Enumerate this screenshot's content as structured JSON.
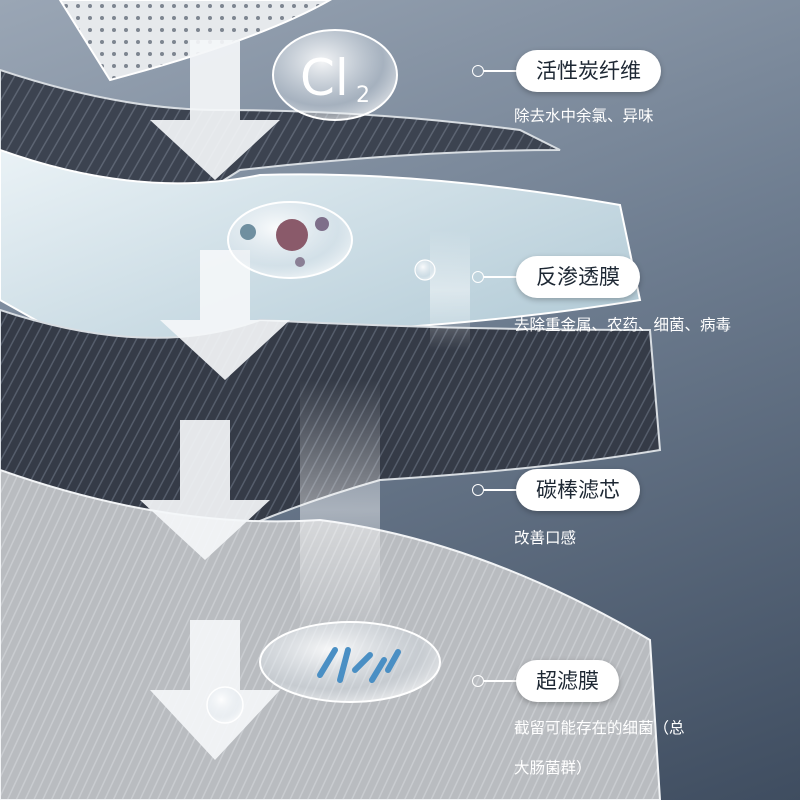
{
  "molecule_label": {
    "element": "Cl",
    "subscript": "2"
  },
  "layers": [
    {
      "title": "活性炭纤维",
      "description": [
        "除去水中余氯、异味"
      ]
    },
    {
      "title": "反渗透膜",
      "description": [
        "去除重金属、农药、细菌、病毒"
      ]
    },
    {
      "title": "碳棒滤芯",
      "description": [
        "改善口感"
      ]
    },
    {
      "title": "超滤膜",
      "description": [
        "截留可能存在的细菌（总",
        "大肠菌群）"
      ]
    }
  ],
  "colors": {
    "accent_line": "#ffffff",
    "pill_bg": "#ffffff",
    "pill_text": "#1d2733"
  }
}
